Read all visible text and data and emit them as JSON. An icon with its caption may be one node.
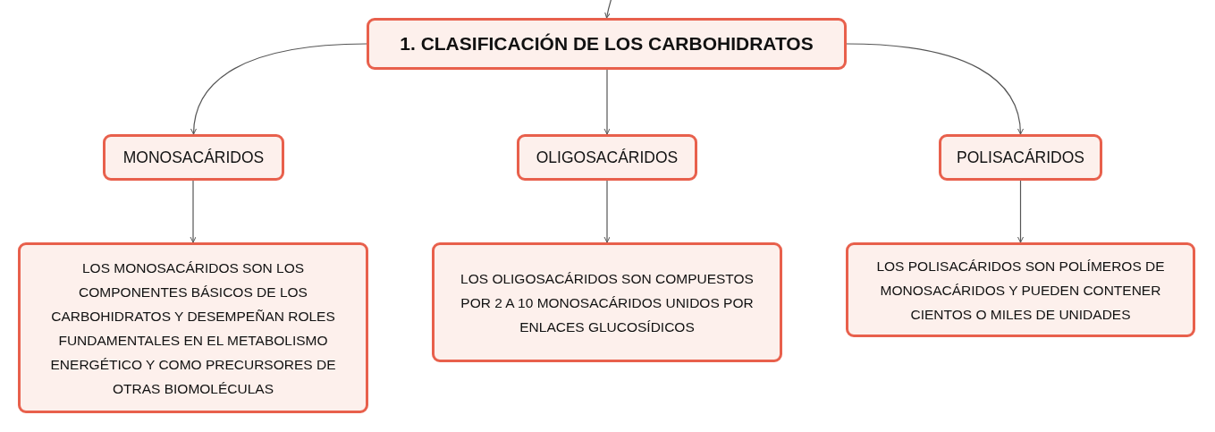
{
  "diagram": {
    "nodes": [
      {
        "text": [
          "1. CLASIFICACIÓN DE LOS CARBOHIDRATOS"
        ]
      },
      {
        "text": [
          "MONOSACÁRIDOS"
        ]
      },
      {
        "text": [
          "OLIGOSACÁRIDOS"
        ]
      },
      {
        "text": [
          "POLISACÁRIDOS"
        ]
      },
      {
        "text": [
          "LOS MONOSACÁRIDOS SON LOS COMPONENTES BÁSICOS DE LOS CARBOHIDRATOS Y DESEMPEÑAN ROLES FUNDAMENTALES EN EL METABOLISMO ENERGÉTICO Y COMO PRECURSORES DE OTRAS BIOMOLÉCULAS"
        ]
      },
      {
        "text": [
          "LOS OLIGOSACÁRIDOS SON COMPUESTOS POR 2 A 10 MONOSACÁRIDOS UNIDOS POR ENLACES GLUCOSÍDICOS"
        ]
      },
      {
        "text": [
          "LOS POLISACÁRIDOS SON POLÍMEROS DE MONOSACÁRIDOS Y PUEDEN CONTENER CIENTOS O MILES DE UNIDADES"
        ]
      }
    ],
    "edges": [
      {
        "from": null,
        "to": 0,
        "arrow": "to"
      },
      {
        "from": 0,
        "to": 1,
        "arrow": "to"
      },
      {
        "from": 0,
        "to": 2,
        "arrow": "to"
      },
      {
        "from": 0,
        "to": 3,
        "arrow": "to"
      },
      {
        "from": 1,
        "to": 4,
        "arrow": "to"
      },
      {
        "from": 2,
        "to": 5,
        "arrow": "to"
      },
      {
        "from": 3,
        "to": 6,
        "arrow": "to"
      }
    ]
  }
}
